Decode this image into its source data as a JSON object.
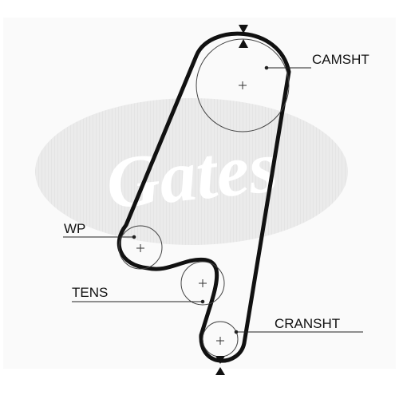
{
  "watermark": {
    "logo_text": "Gates",
    "color": "#e9e9e9"
  },
  "belt": {
    "color": "#111111"
  },
  "pulleys": [
    {
      "id": "camshaft",
      "label": "CAMSHT"
    },
    {
      "id": "water-pump",
      "label": "WP"
    },
    {
      "id": "tensioner",
      "label": "TENS"
    },
    {
      "id": "crankshaft",
      "label": "CRANSHT"
    }
  ]
}
